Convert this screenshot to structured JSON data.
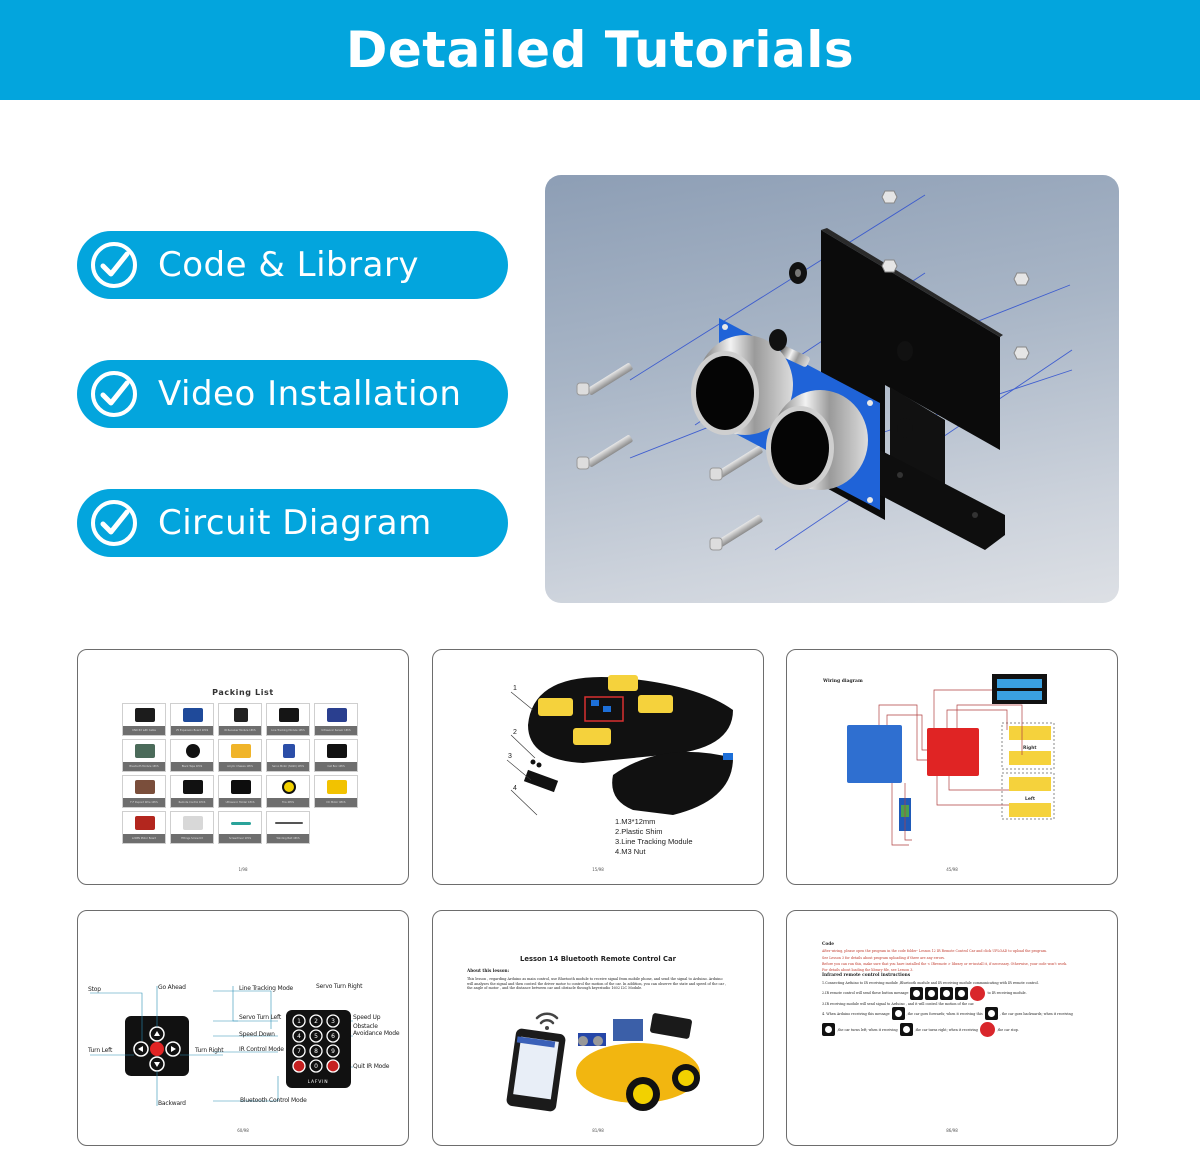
{
  "banner": {
    "title": "Detailed Tutorials",
    "bg_color": "#03a5dd"
  },
  "features": [
    {
      "label": "Code & Library",
      "icon": "check-circle-icon"
    },
    {
      "label": "Video Installation",
      "icon": "check-circle-icon"
    },
    {
      "label": "Circuit Diagram",
      "icon": "check-circle-icon"
    }
  ],
  "hero": {
    "subject": "Exploded view of ultrasonic sensor module with acrylic mount bracket, screws and nuts"
  },
  "thumbnails": {
    "packing_list": {
      "title": "Packing List",
      "items": [
        "UNO R3 with Cable",
        "V5 Expansion Board 1PCS",
        "IR Receiver Module 1PCS",
        "Line Tracking Module 1PCS",
        "Ultrasonic Sensor 1PCS",
        "Bluetooth Module 1PCS",
        "Black Tape 1PCS",
        "Acrylic Chassis 1PCS",
        "Servo Motor (SG90) 1PCS",
        "Cell Box 1PCS",
        "F-F Dupont Wire 1PCS",
        "Remote Control 1PCS",
        "Ultrasonic Holder 1PCS",
        "Tire 4PCS",
        "DC Motor 4PCS",
        "L298N Motor Board",
        "Fittings Screw Kit",
        "Screwdriver 1PCS",
        "Winding Belt 4PCS"
      ],
      "page": "1/98"
    },
    "chassis_assembly": {
      "legend": [
        "1.M3*12mm",
        "2.Plastic Shim",
        "3.Line Tracking Module",
        "4.M3 Nut"
      ],
      "callouts": [
        "1",
        "2",
        "3",
        "4"
      ],
      "page": "15/98"
    },
    "wiring_diagram": {
      "title": "Wiring diagram",
      "labels": [
        "Right",
        "Left"
      ],
      "page": "45/98"
    },
    "remote_control": {
      "dpad_labels": {
        "stop": "Stop",
        "go_ahead": "Go Ahead",
        "turn_left": "Turn Left",
        "turn_right": "Turn Right",
        "backward": "Backward",
        "ok": "OK"
      },
      "keypad_labels": {
        "line_tracking": "Line Tracking Mode",
        "servo_turn_right": "Servo Turn Right",
        "servo_turn_left": "Servo Turn Left",
        "speed_up": "Speed Up",
        "speed_down": "Speed Down",
        "obstacle_1": "Obstacle",
        "obstacle_2": "Avoidance Mode",
        "ir_control": "IR Control Mode",
        "quit_ir": "Quit IR Mode",
        "bluetooth": "Bluetooth  Control Mode",
        "brand": "LAFVIN"
      },
      "keys": [
        "1",
        "2",
        "3",
        "4",
        "5",
        "6",
        "7",
        "8",
        "9",
        "*",
        "0",
        "#"
      ],
      "page": "60/98"
    },
    "lesson_14": {
      "title": "Lesson 14 Bluetooth Remote Control Car",
      "about_heading": "About this lesson:",
      "body": "This lesson , regarding Arduino as main control, use Bluetooth module to receive signal from mobile phone, and send the signal to Arduino. Arduino will analyses the signal and then control the driver motor to control the motion of the car. In addition, you can observe the state and speed of the car , the angle of motor , and the distance between car and obstacle through keyestudio 1602 I2C Module.",
      "page": "81/98"
    },
    "ir_code": {
      "code_heading": "Code",
      "red_lines": [
        "After wiring, please open the program in the code folder- Lesson 12 IR Remote Control Car and click UPLOAD to upload the program.",
        "See Lesson 3 for details about program uploading if there are any errors.",
        "Before you can run this, make sure that you have installed the < IRremote > library or re-install it, if necessary. Otherwise, your code won't work.",
        "For details about loading the library file, see Lesson 3."
      ],
      "ir_heading": "Infrared remote control instructions",
      "steps": [
        "1.Connecting Arduino to IR receiving module ,Bluetooth module and IR receiving module communicating with IR remote control.",
        "2.IR remote control will send these button message",
        "to IR receiving module.",
        "3.IR receiving module will send signal to Arduino , and it will control the motion of the car.",
        "4. When Arduino receiving this message",
        ",the car goes forwards;  when it receiving this",
        ", the car goes backwards;  when it receiving",
        ",the car turns left; when it receiving",
        ",the car turns right; when it receiving",
        ",the car stop."
      ],
      "page": "86/98"
    }
  }
}
